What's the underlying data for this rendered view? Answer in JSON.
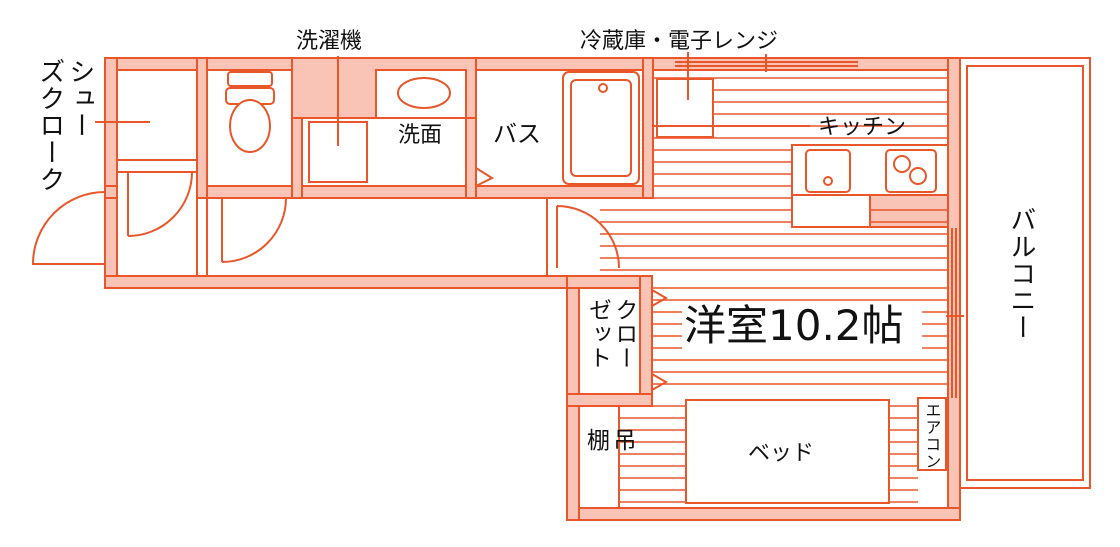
{
  "colors": {
    "wall_fill": "#f9c3b6",
    "line": "#e8562a",
    "text": "#111111",
    "background": "#ffffff"
  },
  "labels": {
    "shoe_closet": "シュー\nズクローク",
    "washing_machine": "洗濯機",
    "washroom": "洗面",
    "bath": "バス",
    "fridge_microwave": "冷蔵庫・電子レンジ",
    "kitchen": "キッチン",
    "balcony": "バルコニー",
    "western_room": "洋室10.2帖",
    "closet": "クロー\nゼット",
    "loft_shelf": "吊\n棚",
    "bed": "ベッド",
    "aircon": "エアコン"
  }
}
